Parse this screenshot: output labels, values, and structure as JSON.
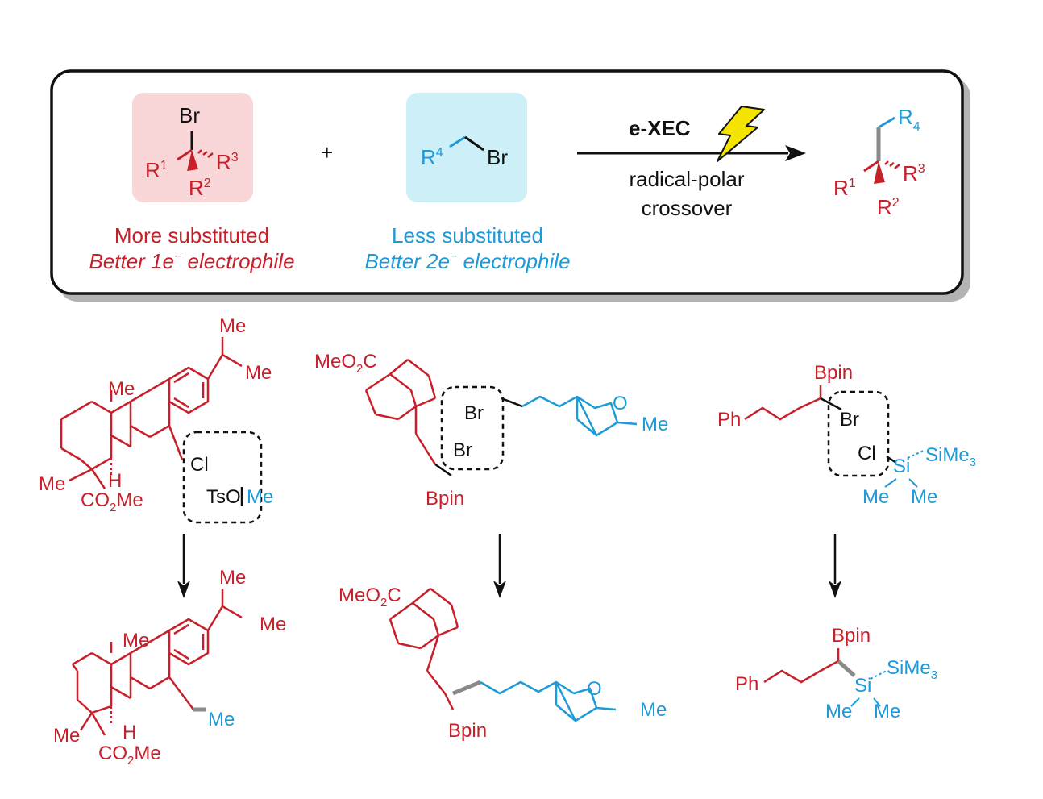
{
  "colors": {
    "red": "#c8202a",
    "blue": "#1d9ad8",
    "black": "#111111",
    "gray": "#8a8a8a",
    "pink_box": "#f9d7d8",
    "cyan_box": "#cdeff7",
    "bolt": "#f5e400"
  },
  "scheme": {
    "left_reagent": {
      "top": "Br",
      "left": "R",
      "left_sup": "1",
      "right": "R",
      "right_sup": "3",
      "bottom": "R",
      "bottom_sup": "2"
    },
    "plus": "+",
    "right_reagent": {
      "r": "R",
      "r_sup": "4",
      "x": "Br"
    },
    "arrow_top": "e-XEC",
    "arrow_bottom_1": "radical-polar",
    "arrow_bottom_2": "crossover",
    "product": {
      "top": "R",
      "top_sub": "4",
      "left": "R",
      "left_sup": "1",
      "right": "R",
      "right_sup": "3",
      "bottom": "R",
      "bottom_sup": "2"
    },
    "caption_left_1": "More substituted",
    "caption_left_2a": "Better 1e",
    "caption_left_2b": "−",
    "caption_left_2c": " electrophile",
    "caption_right_1": "Less substituted",
    "caption_right_2a": "Better 2e",
    "caption_right_2b": "−",
    "caption_right_2c": " electrophile"
  },
  "examples": {
    "abietane": {
      "me_top": "Me",
      "me_top2": "Me",
      "me_ring": "Me",
      "me_left": "Me",
      "h": "H",
      "ester_a": "CO",
      "ester_sub": "2",
      "ester_b": "Me",
      "cl": "Cl",
      "tso": "TsO",
      "me_blue": "Me"
    },
    "bicyclo": {
      "ester_a": "MeO",
      "ester_sub": "2",
      "ester_b": "C",
      "br1": "Br",
      "br2": "Br",
      "bpin": "Bpin",
      "o": "O",
      "me": "Me"
    },
    "silyl": {
      "bpin": "Bpin",
      "br": "Br",
      "ph": "Ph",
      "cl": "Cl",
      "si": "Si",
      "sime3_a": "SiMe",
      "sime3_sub": "3",
      "me1": "Me",
      "me2": "Me"
    }
  }
}
